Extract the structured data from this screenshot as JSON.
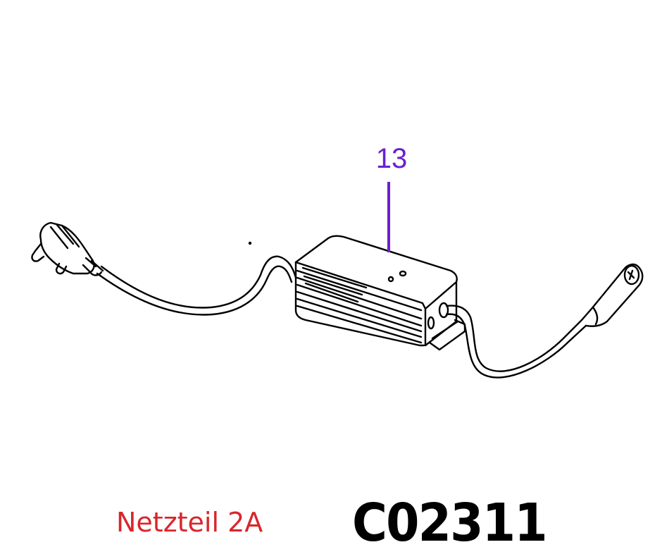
{
  "diagram": {
    "callout": {
      "number": "13",
      "color": "#6a1fd0"
    },
    "part": {
      "name": "Netzteil 2A",
      "name_color": "#d8262b",
      "code": "C02311",
      "code_color": "#000000"
    },
    "components": [
      {
        "name": "mains-plug",
        "description": "3-pin plug with strain relief"
      },
      {
        "name": "power-cable-input"
      },
      {
        "name": "power-supply-unit",
        "description": "finned rectangular housing"
      },
      {
        "name": "power-cable-output"
      },
      {
        "name": "dc-connector",
        "description": "round barrel connector"
      }
    ]
  }
}
